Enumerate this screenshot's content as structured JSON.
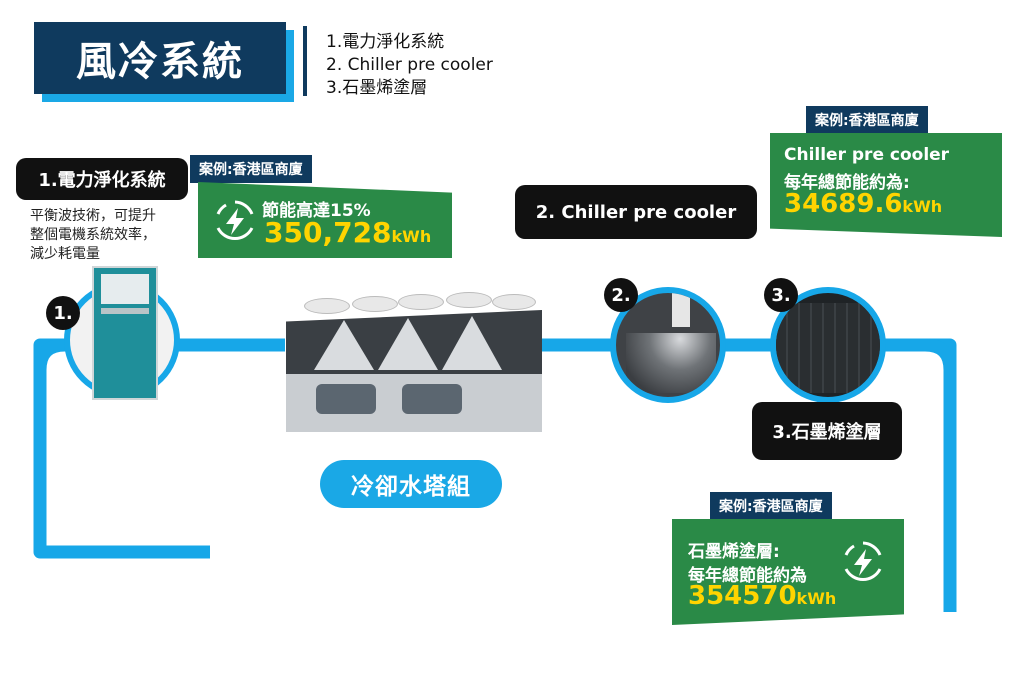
{
  "title": "風冷系統",
  "toc": [
    "1.電力淨化系統",
    "2. Chiller pre cooler",
    "3.石墨烯塗層"
  ],
  "section1": {
    "label": "1.電力淨化系統",
    "description": [
      "平衡波技術，可提升",
      "整個電機系統效率，",
      "減少耗電量"
    ],
    "badge": "1.",
    "case_tag": "案例:香港區商廈",
    "saving_line": "節能高達15%",
    "saving_value": "350,728",
    "saving_unit": "kWh"
  },
  "section2": {
    "label": "2. Chiller pre cooler",
    "badge": "2.",
    "case_tag": "案例:香港區商廈",
    "line1": "Chiller pre cooler",
    "line2": "每年總節能約為:",
    "saving_value": "34689.6",
    "saving_unit": "kWh"
  },
  "section3": {
    "label": "3.石墨烯塗層",
    "badge": "3.",
    "case_tag": "案例:香港區商廈",
    "line1": "石墨烯塗層:",
    "line2": "每年總節能約為",
    "saving_value": "354570",
    "saving_unit": "kWh"
  },
  "center_label": "冷卻水塔組",
  "colors": {
    "navy": "#0f3a5e",
    "pipe": "#17a7e8",
    "green": "#2a8a47",
    "yellow": "#ffd400"
  },
  "icons": [
    "energy-saving-icon"
  ]
}
